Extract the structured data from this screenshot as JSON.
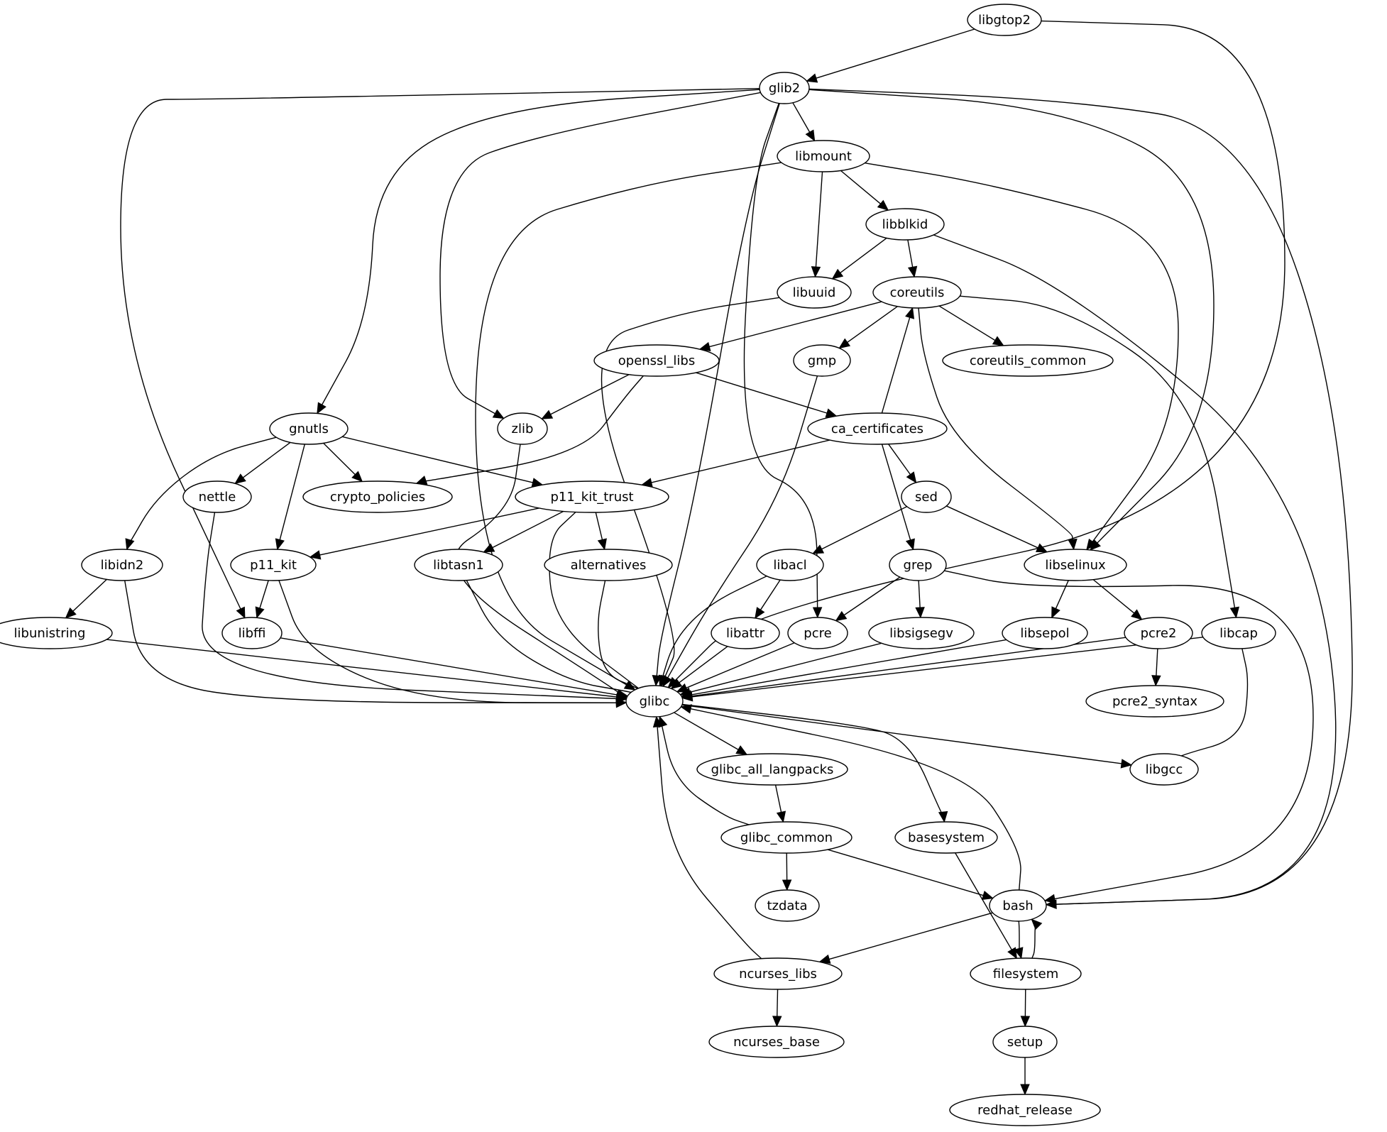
{
  "title": "Package dependency graph",
  "colors": {
    "stroke": "#000000",
    "fill": "#ffffff",
    "text": "#000000"
  },
  "nodes": [
    {
      "id": "libgtop2",
      "label": "libgtop2"
    },
    {
      "id": "glib2",
      "label": "glib2"
    },
    {
      "id": "libmount",
      "label": "libmount"
    },
    {
      "id": "libblkid",
      "label": "libblkid"
    },
    {
      "id": "libuuid",
      "label": "libuuid"
    },
    {
      "id": "coreutils",
      "label": "coreutils"
    },
    {
      "id": "openssl_libs",
      "label": "openssl_libs"
    },
    {
      "id": "gmp",
      "label": "gmp"
    },
    {
      "id": "coreutils_common",
      "label": "coreutils_common"
    },
    {
      "id": "gnutls",
      "label": "gnutls"
    },
    {
      "id": "zlib",
      "label": "zlib"
    },
    {
      "id": "ca_certificates",
      "label": "ca_certificates"
    },
    {
      "id": "nettle",
      "label": "nettle"
    },
    {
      "id": "crypto_policies",
      "label": "crypto_policies"
    },
    {
      "id": "p11_kit_trust",
      "label": "p11_kit_trust"
    },
    {
      "id": "sed",
      "label": "sed"
    },
    {
      "id": "libidn2",
      "label": "libidn2"
    },
    {
      "id": "p11_kit",
      "label": "p11_kit"
    },
    {
      "id": "libtasn1",
      "label": "libtasn1"
    },
    {
      "id": "alternatives",
      "label": "alternatives"
    },
    {
      "id": "libacl",
      "label": "libacl"
    },
    {
      "id": "grep",
      "label": "grep"
    },
    {
      "id": "libselinux",
      "label": "libselinux"
    },
    {
      "id": "libunistring",
      "label": "libunistring"
    },
    {
      "id": "libffi",
      "label": "libffi"
    },
    {
      "id": "libattr",
      "label": "libattr"
    },
    {
      "id": "pcre",
      "label": "pcre"
    },
    {
      "id": "libsigsegv",
      "label": "libsigsegv"
    },
    {
      "id": "libsepol",
      "label": "libsepol"
    },
    {
      "id": "pcre2",
      "label": "pcre2"
    },
    {
      "id": "libcap",
      "label": "libcap"
    },
    {
      "id": "glibc",
      "label": "glibc"
    },
    {
      "id": "pcre2_syntax",
      "label": "pcre2_syntax"
    },
    {
      "id": "glibc_all_langpacks",
      "label": "glibc_all_langpacks"
    },
    {
      "id": "libgcc",
      "label": "libgcc"
    },
    {
      "id": "glibc_common",
      "label": "glibc_common"
    },
    {
      "id": "basesystem",
      "label": "basesystem"
    },
    {
      "id": "tzdata",
      "label": "tzdata"
    },
    {
      "id": "bash",
      "label": "bash"
    },
    {
      "id": "ncurses_libs",
      "label": "ncurses_libs"
    },
    {
      "id": "filesystem",
      "label": "filesystem"
    },
    {
      "id": "ncurses_base",
      "label": "ncurses_base"
    },
    {
      "id": "setup",
      "label": "setup"
    },
    {
      "id": "redhat_release",
      "label": "redhat_release"
    }
  ],
  "edges": [
    {
      "from": "libgtop2",
      "to": "glib2"
    },
    {
      "from": "libgtop2",
      "to": "glibc"
    },
    {
      "from": "glib2",
      "to": "libmount"
    },
    {
      "from": "glib2",
      "to": "gnutls"
    },
    {
      "from": "glib2",
      "to": "zlib"
    },
    {
      "from": "glib2",
      "to": "libffi"
    },
    {
      "from": "glib2",
      "to": "pcre"
    },
    {
      "from": "glib2",
      "to": "libselinux"
    },
    {
      "from": "glib2",
      "to": "bash"
    },
    {
      "from": "glib2",
      "to": "glibc"
    },
    {
      "from": "libmount",
      "to": "libblkid"
    },
    {
      "from": "libmount",
      "to": "libuuid"
    },
    {
      "from": "libmount",
      "to": "libselinux"
    },
    {
      "from": "libmount",
      "to": "glibc"
    },
    {
      "from": "libblkid",
      "to": "libuuid"
    },
    {
      "from": "libblkid",
      "to": "coreutils"
    },
    {
      "from": "libblkid",
      "to": "bash"
    },
    {
      "from": "libuuid",
      "to": "glibc"
    },
    {
      "from": "coreutils",
      "to": "openssl_libs"
    },
    {
      "from": "coreutils",
      "to": "gmp"
    },
    {
      "from": "coreutils",
      "to": "coreutils_common"
    },
    {
      "from": "coreutils",
      "to": "libselinux"
    },
    {
      "from": "coreutils",
      "to": "libcap"
    },
    {
      "from": "openssl_libs",
      "to": "zlib"
    },
    {
      "from": "openssl_libs",
      "to": "ca_certificates"
    },
    {
      "from": "openssl_libs",
      "to": "crypto_policies"
    },
    {
      "from": "gmp",
      "to": "glibc"
    },
    {
      "from": "ca_certificates",
      "to": "coreutils"
    },
    {
      "from": "ca_certificates",
      "to": "sed"
    },
    {
      "from": "ca_certificates",
      "to": "grep"
    },
    {
      "from": "ca_certificates",
      "to": "p11_kit_trust"
    },
    {
      "from": "gnutls",
      "to": "nettle"
    },
    {
      "from": "gnutls",
      "to": "crypto_policies"
    },
    {
      "from": "gnutls",
      "to": "p11_kit"
    },
    {
      "from": "gnutls",
      "to": "p11_kit_trust"
    },
    {
      "from": "gnutls",
      "to": "libidn2"
    },
    {
      "from": "zlib",
      "to": "glibc"
    },
    {
      "from": "nettle",
      "to": "glibc"
    },
    {
      "from": "p11_kit_trust",
      "to": "p11_kit"
    },
    {
      "from": "p11_kit_trust",
      "to": "libtasn1"
    },
    {
      "from": "p11_kit_trust",
      "to": "alternatives"
    },
    {
      "from": "p11_kit_trust",
      "to": "glibc"
    },
    {
      "from": "sed",
      "to": "libacl"
    },
    {
      "from": "sed",
      "to": "libselinux"
    },
    {
      "from": "libidn2",
      "to": "libunistring"
    },
    {
      "from": "libidn2",
      "to": "glibc"
    },
    {
      "from": "p11_kit",
      "to": "libffi"
    },
    {
      "from": "p11_kit",
      "to": "glibc"
    },
    {
      "from": "libtasn1",
      "to": "glibc"
    },
    {
      "from": "alternatives",
      "to": "glibc"
    },
    {
      "from": "libacl",
      "to": "libattr"
    },
    {
      "from": "libacl",
      "to": "glibc"
    },
    {
      "from": "grep",
      "to": "pcre"
    },
    {
      "from": "grep",
      "to": "libsigsegv"
    },
    {
      "from": "grep",
      "to": "bash"
    },
    {
      "from": "libselinux",
      "to": "libsepol"
    },
    {
      "from": "libselinux",
      "to": "pcre2"
    },
    {
      "from": "libunistring",
      "to": "glibc"
    },
    {
      "from": "libffi",
      "to": "glibc"
    },
    {
      "from": "libattr",
      "to": "glibc"
    },
    {
      "from": "pcre",
      "to": "glibc"
    },
    {
      "from": "libsigsegv",
      "to": "glibc"
    },
    {
      "from": "libsepol",
      "to": "glibc"
    },
    {
      "from": "pcre2",
      "to": "glibc"
    },
    {
      "from": "pcre2",
      "to": "pcre2_syntax"
    },
    {
      "from": "libcap",
      "to": "glibc"
    },
    {
      "from": "libcap",
      "to": "libgcc"
    },
    {
      "from": "glibc",
      "to": "glibc_all_langpacks"
    },
    {
      "from": "glibc",
      "to": "libgcc"
    },
    {
      "from": "glibc",
      "to": "basesystem"
    },
    {
      "from": "glibc_all_langpacks",
      "to": "glibc_common"
    },
    {
      "from": "glibc_common",
      "to": "glibc"
    },
    {
      "from": "glibc_common",
      "to": "tzdata"
    },
    {
      "from": "glibc_common",
      "to": "bash"
    },
    {
      "from": "basesystem",
      "to": "filesystem"
    },
    {
      "from": "bash",
      "to": "glibc"
    },
    {
      "from": "bash",
      "to": "ncurses_libs"
    },
    {
      "from": "bash",
      "to": "filesystem"
    },
    {
      "from": "filesystem",
      "to": "bash"
    },
    {
      "from": "filesystem",
      "to": "setup"
    },
    {
      "from": "ncurses_libs",
      "to": "glibc"
    },
    {
      "from": "ncurses_libs",
      "to": "ncurses_base"
    },
    {
      "from": "setup",
      "to": "redhat_release"
    }
  ]
}
